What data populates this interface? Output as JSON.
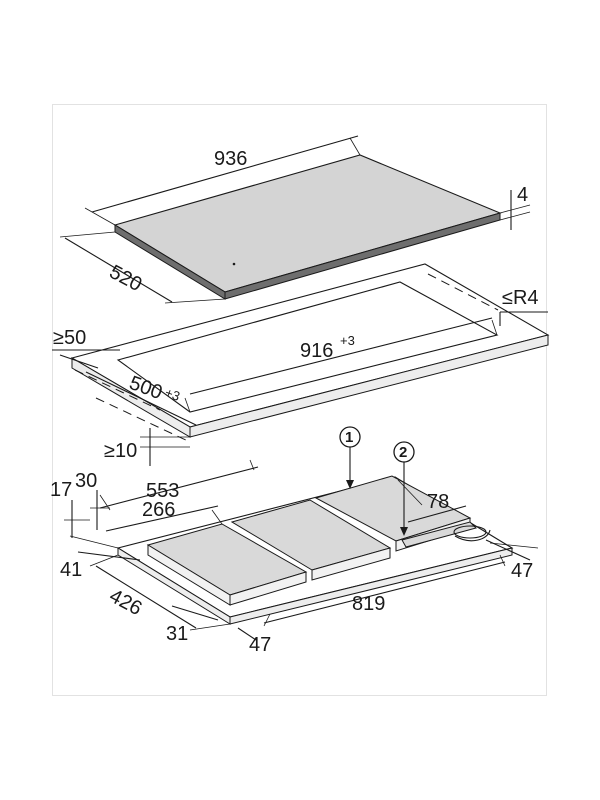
{
  "dimensions": {
    "width_top": "936",
    "depth_top": "520",
    "thickness_top": "4",
    "corner_radius": "≤R4",
    "min_front_edge": "≥50",
    "cutout_width": "916",
    "cutout_width_tol": "+3",
    "cutout_depth": "500",
    "cutout_depth_tol": "+3",
    "min_gap_below": "≥10",
    "unit_width_553": "553",
    "unit_width_266": "266",
    "height_30": "30",
    "height_17": "17",
    "offset_41": "41",
    "depth_426": "426",
    "offset_31": "31",
    "offset_47_front": "47",
    "width_819": "819",
    "offset_47_right": "47",
    "connection_78": "78"
  },
  "callouts": {
    "one": "1",
    "two": "2"
  }
}
